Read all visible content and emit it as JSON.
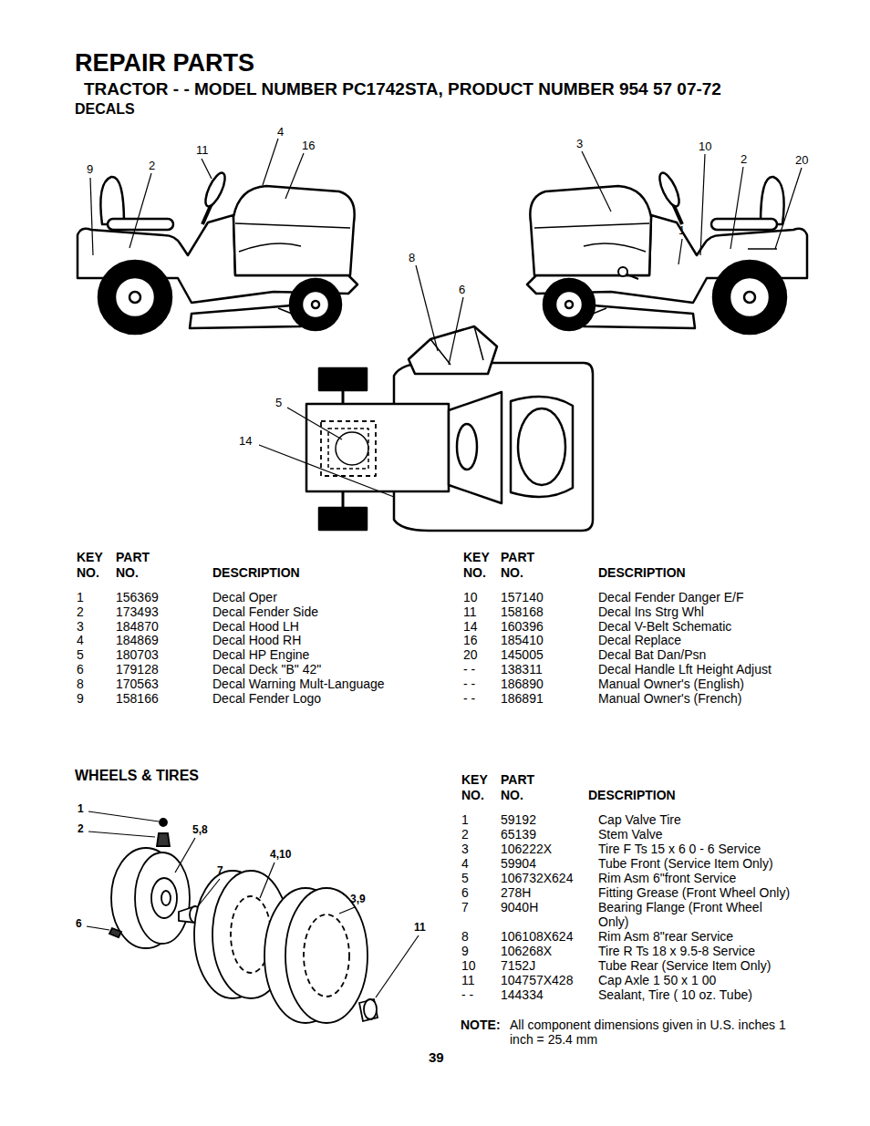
{
  "diagram": {
    "title": "REPAIR PARTS",
    "labels": [
      "TRACTOR - - MODEL NUMBER PC1742STA, PRODUCT NUMBER 954 57 07-72",
      "DECALS",
      "4",
      "16",
      "11",
      "9",
      "2",
      "3",
      "10",
      "2",
      "20",
      "1",
      "8",
      "6",
      "5",
      "14",
      "KEY NO.",
      "PART NO.",
      "DESCRIPTION",
      "1",
      "156369",
      "Decal Oper",
      "2",
      "173493",
      "Decal Fender Side",
      "3",
      "184870",
      "Decal Hood LH",
      "4",
      "184869",
      "Decal Hood RH",
      "5",
      "180703",
      "Decal HP Engine",
      "6",
      "179128",
      "Decal Deck \"B\" 42\"",
      "8",
      "170563",
      "Decal Warning Mult-Language",
      "9",
      "158166",
      "Decal Fender Logo",
      "KEY NO.",
      "PART NO.",
      "DESCRIPTION",
      "10",
      "157140",
      "Decal Fender Danger E/F",
      "11",
      "158168",
      "Decal Ins Strg Whl",
      "14",
      "160396",
      "Decal V-Belt Schematic",
      "16",
      "185410",
      "Decal Replace",
      "20",
      "145005",
      "Decal Bat Dan/Psn",
      "- -",
      "138311",
      "Decal Handle Lft Height Adjust",
      "- -",
      "186890",
      "Manual Owner's (English)",
      "- -",
      "186891",
      "Manual Owner's (French)",
      "WHEELS & TIRES",
      "1",
      "2",
      "5,8",
      "4,10",
      "7",
      "3,9",
      "6",
      "11",
      "KEY NO.",
      "PART NO.",
      "DESCRIPTION",
      "1",
      "59192",
      "Cap Valve Tire",
      "2",
      "65139",
      "Stem Valve",
      "3",
      "106222X",
      "Tire F Ts 15 x 6 0 - 6 Service",
      "4",
      "59904",
      "Tube Front (Service Item Only)",
      "5",
      "106732X624",
      "Rim Asm 6\"front Service",
      "6",
      "278H",
      "Fitting Grease (Front Wheel Only)",
      "7",
      "9040H",
      "Bearing Flange (Front Wheel Only)",
      "8",
      "106108X624",
      "Rim Asm 8\"rear Service",
      "9",
      "106268X",
      "Tire R Ts 18 x 9.5-8 Service",
      "10",
      "7152J",
      "Tube Rear (Service Item Only)",
      "11",
      "104757X428",
      "Cap Axle 1 50 x 1 00",
      "- -",
      "144334",
      "Sealant, Tire ( 10 oz. Tube)",
      "NOTE:",
      "All component dimensions given in U.S. inches 1 inch = 25.4 mm",
      "39"
    ]
  }
}
